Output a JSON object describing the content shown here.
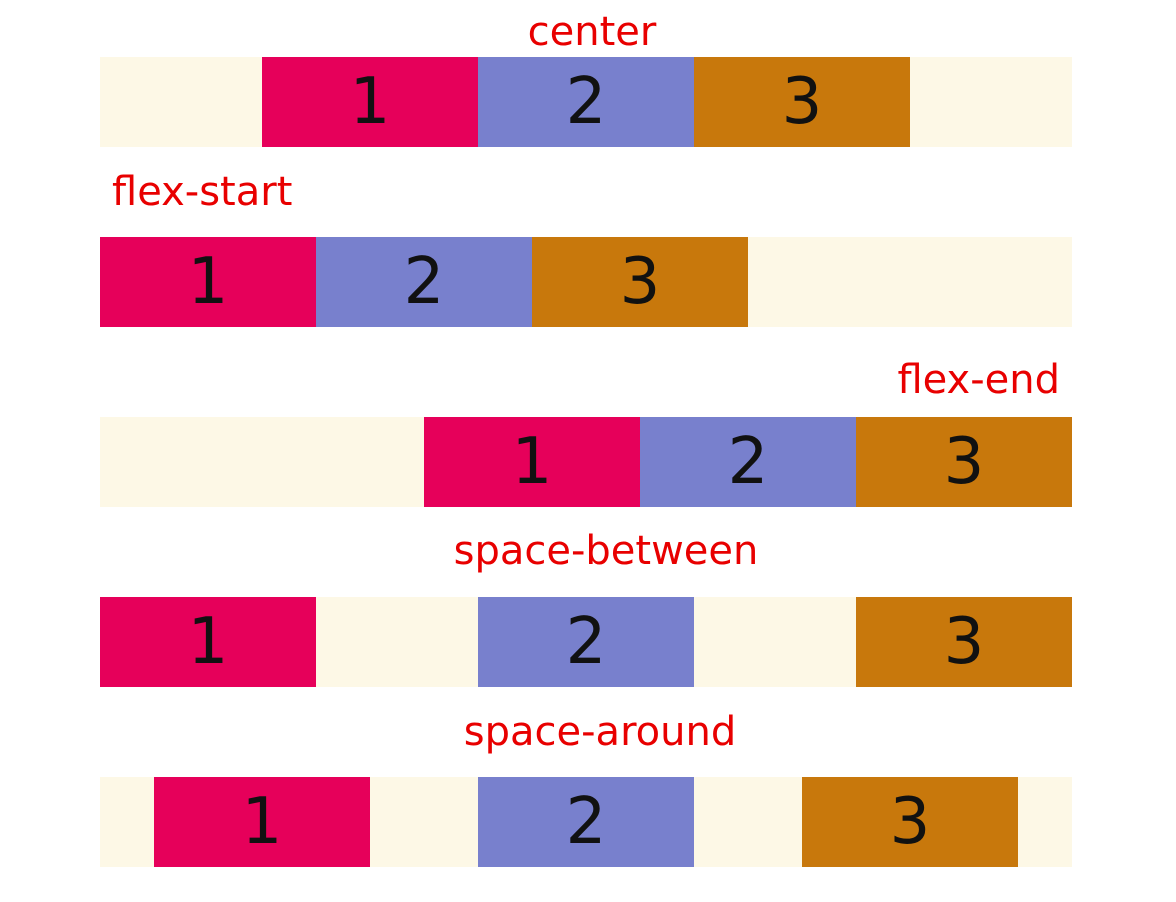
{
  "colors": {
    "label": "#e80000",
    "container_bg": "#fdf8e6",
    "item_1": "#e6005a",
    "item_2": "#7880cd",
    "item_3": "#c8780c",
    "item_text": "#111111"
  },
  "rows": [
    {
      "label": "center",
      "items": [
        "1",
        "2",
        "3"
      ]
    },
    {
      "label": "flex-start",
      "items": [
        "1",
        "2",
        "3"
      ]
    },
    {
      "label": "flex-end",
      "items": [
        "1",
        "2",
        "3"
      ]
    },
    {
      "label": "space-between",
      "items": [
        "1",
        "2",
        "3"
      ]
    },
    {
      "label": "space-around",
      "items": [
        "1",
        "2",
        "3"
      ]
    }
  ]
}
